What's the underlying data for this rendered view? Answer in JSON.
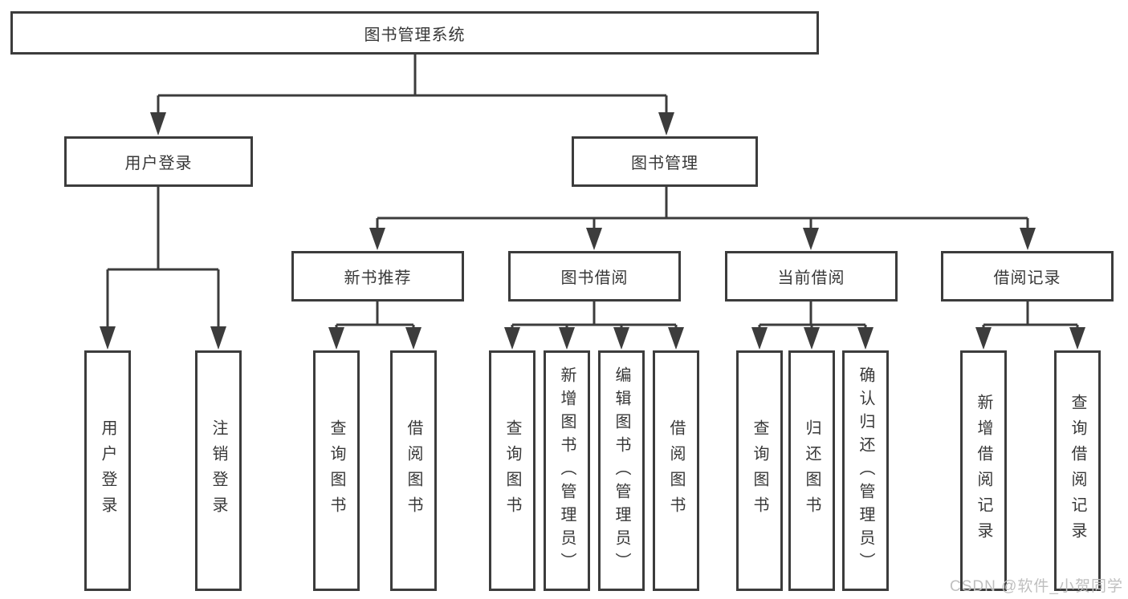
{
  "tree": {
    "label": "图书管理系统",
    "children": [
      {
        "label": "用户登录",
        "children": [
          {
            "label": "用户登录"
          },
          {
            "label": "注销登录"
          }
        ]
      },
      {
        "label": "图书管理",
        "children": [
          {
            "label": "新书推荐",
            "children": [
              {
                "label": "查询图书"
              },
              {
                "label": "借阅图书"
              }
            ]
          },
          {
            "label": "图书借阅",
            "children": [
              {
                "label": "查询图书"
              },
              {
                "label": "新增图书（管理员）"
              },
              {
                "label": "编辑图书（管理员）"
              },
              {
                "label": "借阅图书"
              }
            ]
          },
          {
            "label": "当前借阅",
            "children": [
              {
                "label": "查询图书"
              },
              {
                "label": "归还图书"
              },
              {
                "label": "确认归还（管理员）"
              }
            ]
          },
          {
            "label": "借阅记录",
            "children": [
              {
                "label": "新增借阅记录"
              },
              {
                "label": "查询借阅记录"
              }
            ]
          }
        ]
      }
    ]
  },
  "watermark": {
    "text": "CSDN @软件_小贺同学"
  },
  "colors": {
    "line": "#3c3c3c",
    "text": "#383838",
    "watermark": "#bfbfbf",
    "background": "#ffffff"
  }
}
